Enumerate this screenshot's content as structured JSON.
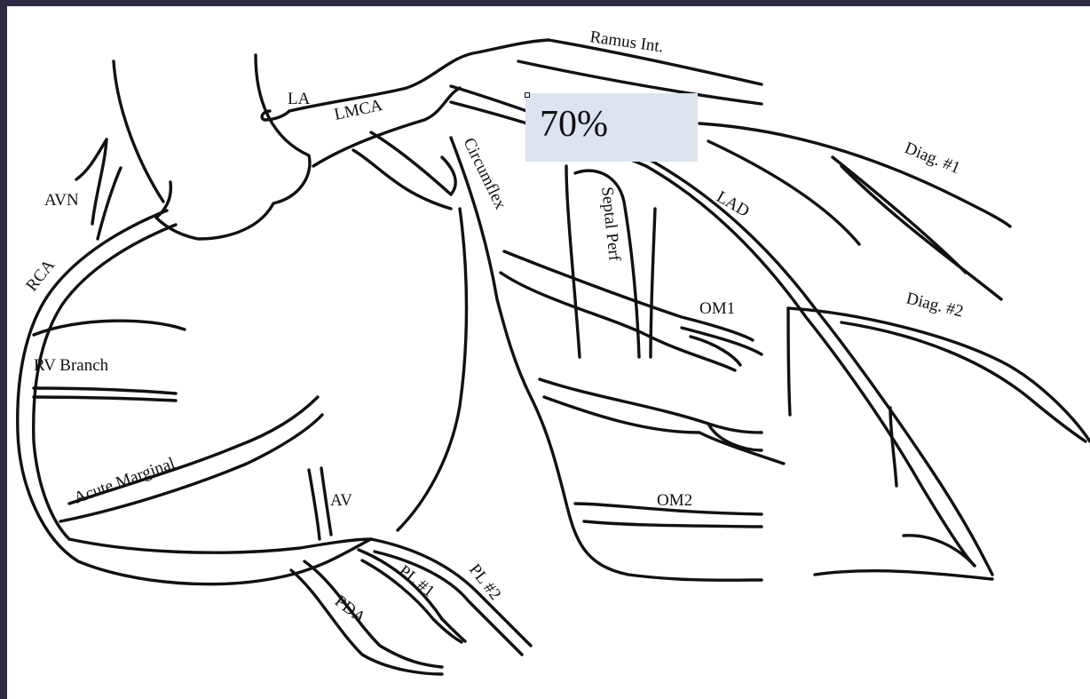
{
  "labels": {
    "ramus": "Ramus Int.",
    "la": "LA",
    "lmca": "LMCA",
    "circumflex": "Circumflex",
    "septal_perf": "Septal Perf",
    "lad": "LAD",
    "diag1": "Diag. #1",
    "diag2": "Diag. #2",
    "om1": "OM1",
    "om2": "OM2",
    "avn": "AVN",
    "rca": "RCA",
    "rv_branch": "RV Branch",
    "acute_marginal": "Acute Marginal",
    "av": "AV",
    "pda": "PDA",
    "pl1": "PL #1",
    "pl2": "PL #2"
  },
  "annotation": {
    "stenosis": "70%"
  },
  "colors": {
    "frame": "#2f2b45",
    "annotation_bg": "#dbe4ef",
    "ink": "#111111"
  }
}
